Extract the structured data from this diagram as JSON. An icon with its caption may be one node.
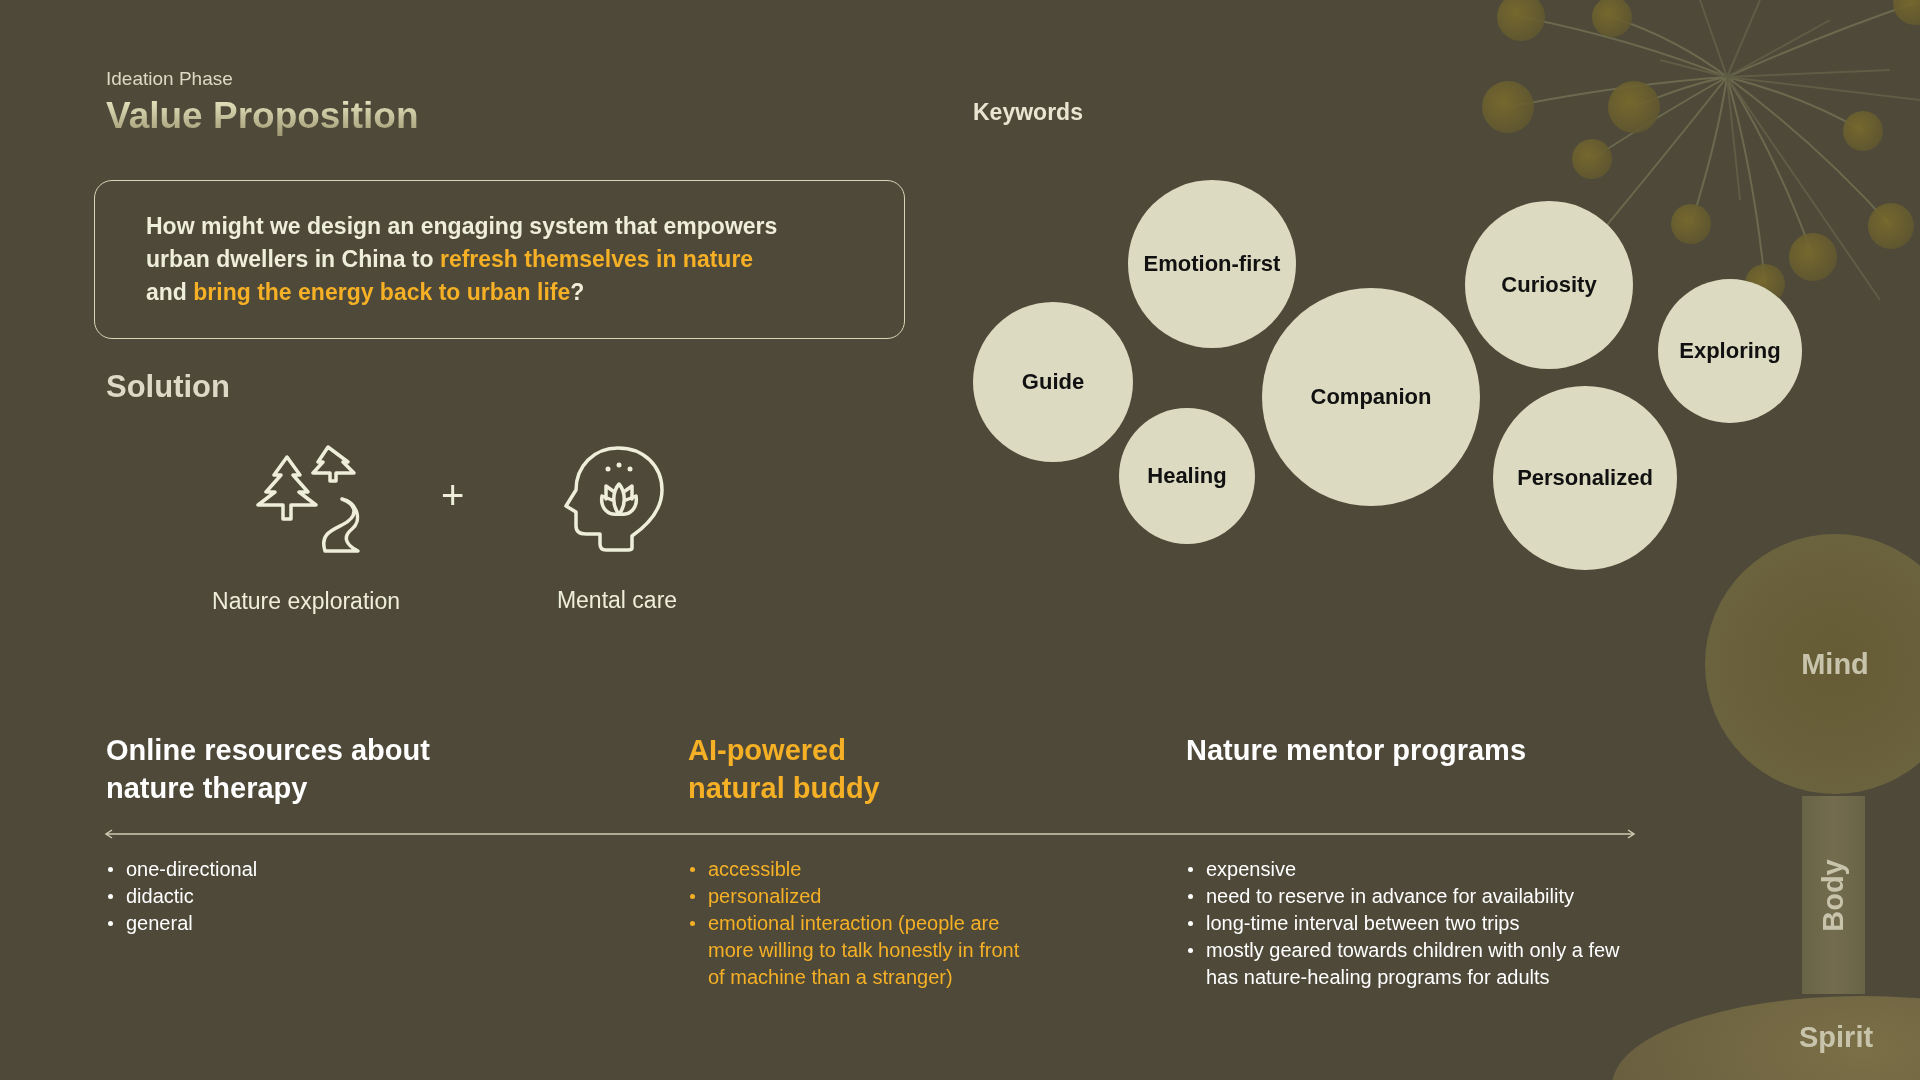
{
  "diagram": {
    "title": "Value Proposition",
    "nodes": [
      {
        "text": [
          "How might we design an engaging system that empowers urban dwellers in China to *refresh themselves in nature* and *bring the energy back to urban life*?"
        ]
      },
      {
        "text": [
          "Guide"
        ]
      },
      {
        "text": [
          "Emotion-first"
        ]
      },
      {
        "text": [
          "Healing"
        ]
      },
      {
        "text": [
          "Companion"
        ]
      },
      {
        "text": [
          "Curiosity"
        ]
      },
      {
        "text": [
          "Personalized"
        ]
      },
      {
        "text": [
          "Exploring"
        ]
      },
      {
        "text": [
          "Mind"
        ]
      },
      {
        "text": [
          "Body"
        ]
      },
      {
        "text": [
          "Spirit"
        ]
      }
    ],
    "labels": [
      "Ideation Phase",
      "Keywords",
      "Solution",
      "+",
      "Nature exploration",
      "Mental care",
      "Online resources about nature therapy",
      "AI-powered natural buddy",
      "Nature mentor programs",
      "one-directional",
      "didactic",
      "general",
      "accessible",
      "personalized",
      "emotional interaction (people are more willing to talk honestly in front of machine than a stranger)",
      "expensive",
      "need to reserve in advance for availability",
      "long-time interval between two trips",
      "mostly geared towards children with only a few has nature-healing programs for adults"
    ]
  }
}
